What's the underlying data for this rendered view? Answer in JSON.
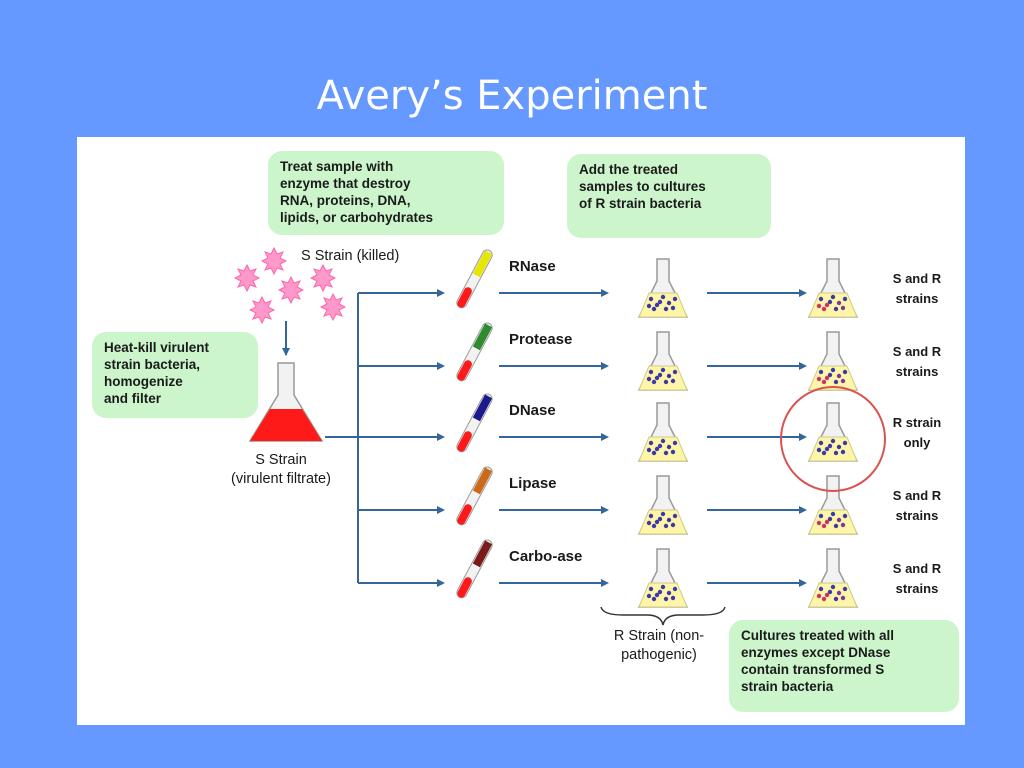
{
  "slide": {
    "title": "Avery’s Experiment"
  },
  "notes": {
    "treat": "Treat sample with\nenzyme that destroy\nRNA, proteins, DNA,\nlipids, or carbohydrates",
    "add": "Add the treated\nsamples to cultures\nof R strain bacteria",
    "heat": "Heat-kill virulent\nstrain bacteria,\nhomogenize\nand filter",
    "conclusion": "Cultures treated with all\nenzymes except DNase\ncontain transformed S\nstrain bacteria"
  },
  "labels": {
    "s_killed": "S Strain (killed)",
    "s_strain": "S Strain\n(virulent filtrate)",
    "r_strain": "R Strain (non-\npathogenic)"
  },
  "enzymes": [
    {
      "name": "RNase",
      "color": "#e6e600"
    },
    {
      "name": "Protease",
      "color": "#2e8b2e"
    },
    {
      "name": "DNase",
      "color": "#1a1a8c"
    },
    {
      "name": "Lipase",
      "color": "#cc6a1a"
    },
    {
      "name": "Carbo-ase",
      "color": "#7a1a1a"
    }
  ],
  "results": [
    {
      "text": "S and R\nstrains",
      "highlight": false
    },
    {
      "text": "S and R\nstrains",
      "highlight": false
    },
    {
      "text": "R strain\nonly",
      "highlight": true
    },
    {
      "text": "S and R\nstrains",
      "highlight": false
    },
    {
      "text": "S and R\nstrains",
      "highlight": false
    }
  ],
  "colors": {
    "background": "#6699ff",
    "note_fill": "#ccf5cc",
    "arrow": "#336699",
    "filtrate": "#ff1a1a",
    "culture": "#fff5a8",
    "highlight_circle": "#d9534f"
  }
}
